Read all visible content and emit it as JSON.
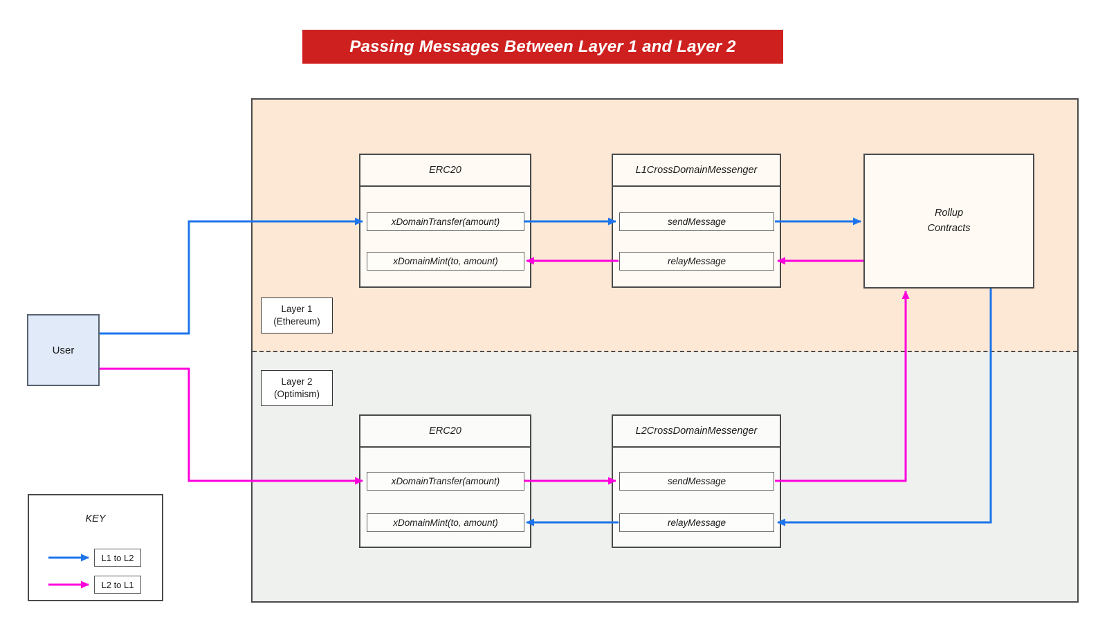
{
  "title": "Passing Messages Between Layer 1 and Layer 2",
  "colors": {
    "title_bg": "#CF2020",
    "l1_to_l2_arrow": "#1D74EB",
    "l2_to_l1_arrow": "#FF00DD",
    "layer1_bg": "#FCE8D5",
    "layer2_bg": "#EEF1EE",
    "user_fill": "#E1EAF9"
  },
  "user": {
    "label": "User"
  },
  "layer1": {
    "label_line1": "Layer 1",
    "label_line2": "(Ethereum)",
    "erc20": {
      "title": "ERC20",
      "method1": "xDomainTransfer(amount)",
      "method2": "xDomainMint(to, amount)"
    },
    "messenger": {
      "title": "L1CrossDomainMessenger",
      "method1": "sendMessage",
      "method2": "relayMessage"
    }
  },
  "layer2": {
    "label_line1": "Layer 2",
    "label_line2": "(Optimism)",
    "erc20": {
      "title": "ERC20",
      "method1": "xDomainTransfer(amount)",
      "method2": "xDomainMint(to, amount)"
    },
    "messenger": {
      "title": "L2CrossDomainMessenger",
      "method1": "sendMessage",
      "method2": "relayMessage"
    }
  },
  "rollup": {
    "label_line1": "Rollup",
    "label_line2": "Contracts"
  },
  "key": {
    "title": "KEY",
    "entries": [
      {
        "label": "L1 to L2"
      },
      {
        "label": "L2 to L1"
      }
    ]
  }
}
